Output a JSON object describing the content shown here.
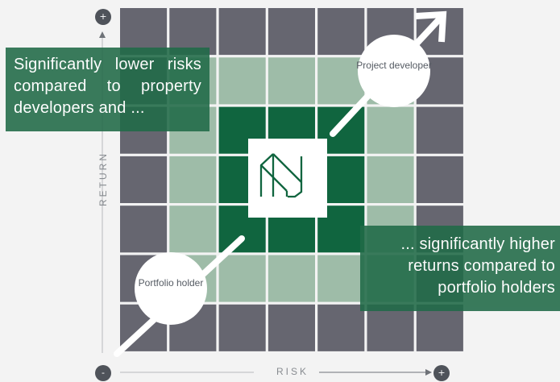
{
  "callouts": {
    "left": "Significantly lower risks compared to property developers and ...",
    "right": "... significantly higher returns compared to portfolio holders"
  },
  "circles": {
    "top": "Project developer",
    "bottom": "Portfolio holder"
  },
  "axes": {
    "y_label": "RETURN",
    "x_label": "RISK",
    "y_plus": "+",
    "x_minus": "-",
    "x_plus": "+"
  },
  "colors": {
    "outer_cell": "#666670",
    "light_green": "#9ebca8",
    "dark_green": "#10653f",
    "grid_line": "#ffffff",
    "center_logo_bg": "#ffffff",
    "logo_stroke": "#10653f",
    "callout_bg": "#216a48"
  },
  "logo": {
    "name": "nu-logo-icon"
  }
}
